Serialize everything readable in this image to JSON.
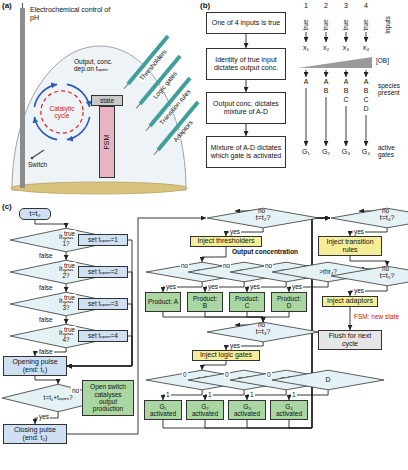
{
  "diagram": {
    "nodes": [
      {
        "text": [
          "Catalytic cycle"
        ]
      },
      {
        "text": [
          "state"
        ]
      },
      {
        "text": [
          "FSM"
        ]
      },
      {
        "text": [
          "One of 4 inputs is true"
        ]
      },
      {
        "text": [
          "Identity of true input dictates output conc."
        ]
      },
      {
        "text": [
          "Output conc. dictates mixture of A-D"
        ]
      },
      {
        "text": [
          "Mixture of A-D dictates which gate is activated"
        ]
      },
      {
        "text": [
          "t=t₀"
        ]
      },
      {
        "text": [
          "Input 1?"
        ]
      },
      {
        "text": [
          "set tₒₚₑₙ=1"
        ]
      },
      {
        "text": [
          "Input 2?"
        ]
      },
      {
        "text": [
          "set tₒₚₑₙ=2"
        ]
      },
      {
        "text": [
          "Input 3?"
        ]
      },
      {
        "text": [
          "set tₒₚₑₙ=3"
        ]
      },
      {
        "text": [
          "Input 4?"
        ]
      },
      {
        "text": [
          "set tₒₚₑₙ=4"
        ]
      },
      {
        "text": [
          "Opening pulse (end: t₁)"
        ]
      },
      {
        "text": [
          "t=t₁+tₒₚₑₙ?"
        ]
      },
      {
        "text": [
          "Open switch catalyses output production"
        ]
      },
      {
        "text": [
          "Closing pulse (end: t₂)"
        ]
      },
      {
        "text": [
          "t=t₂?"
        ]
      },
      {
        "text": [
          "Inject thresholders"
        ]
      },
      {
        "text": [
          ">thr₁?"
        ]
      },
      {
        "text": [
          ">thr₂?"
        ]
      },
      {
        "text": [
          ">thr₃?"
        ]
      },
      {
        "text": [
          ">thr₄?"
        ]
      },
      {
        "text": [
          "Product: A"
        ]
      },
      {
        "text": [
          "Product: B"
        ]
      },
      {
        "text": [
          "Product: C"
        ]
      },
      {
        "text": [
          "Product: D"
        ]
      },
      {
        "text": [
          "t=t₃?"
        ]
      },
      {
        "text": [
          "Inject logic gates"
        ]
      },
      {
        "text": [
          "A.B̄"
        ]
      },
      {
        "text": [
          "B.C̄"
        ]
      },
      {
        "text": [
          "C.D̄"
        ]
      },
      {
        "text": [
          "D"
        ]
      },
      {
        "text": [
          "G₁ activated"
        ]
      },
      {
        "text": [
          "G₂ activated"
        ]
      },
      {
        "text": [
          "G₃ activated"
        ]
      },
      {
        "text": [
          "G₄ activated"
        ]
      },
      {
        "text": [
          "t=t₄?"
        ]
      },
      {
        "text": [
          "Inject transition rules"
        ]
      },
      {
        "text": [
          "t=t₅?"
        ]
      },
      {
        "text": [
          "Inject adaptors"
        ]
      },
      {
        "text": [
          "Flush for next cycle"
        ]
      }
    ],
    "edges": [
      {
        "from": 3,
        "to": 4,
        "arrow": "to"
      },
      {
        "from": 4,
        "to": 5,
        "arrow": "to"
      },
      {
        "from": 5,
        "to": 6,
        "arrow": "to"
      },
      {
        "from": 7,
        "to": 8,
        "arrow": "to"
      },
      {
        "from": 8,
        "to": 9,
        "arrow": "to",
        "label": "true"
      },
      {
        "from": 8,
        "to": 10,
        "arrow": "to",
        "label": "false"
      },
      {
        "from": 10,
        "to": 11,
        "arrow": "to",
        "label": "true"
      },
      {
        "from": 10,
        "to": 12,
        "arrow": "to",
        "label": "false"
      },
      {
        "from": 12,
        "to": 13,
        "arrow": "to",
        "label": "true"
      },
      {
        "from": 12,
        "to": 14,
        "arrow": "to",
        "label": "false"
      },
      {
        "from": 14,
        "to": 15,
        "arrow": "to",
        "label": "true"
      },
      {
        "from": 14,
        "to": 16,
        "arrow": "to",
        "label": "false"
      },
      {
        "from": 9,
        "to": 16,
        "arrow": "to"
      },
      {
        "from": 11,
        "to": 16,
        "arrow": "to"
      },
      {
        "from": 13,
        "to": 16,
        "arrow": "to"
      },
      {
        "from": 15,
        "to": 16,
        "arrow": "to"
      },
      {
        "from": 16,
        "to": 17,
        "arrow": "to"
      },
      {
        "from": 17,
        "to": 18,
        "arrow": "to",
        "label": "no"
      },
      {
        "from": 17,
        "to": 19,
        "arrow": "to",
        "label": "yes"
      },
      {
        "from": 19,
        "to": 20,
        "arrow": "to"
      },
      {
        "from": 20,
        "to": 21,
        "arrow": "to",
        "label": "yes"
      },
      {
        "from": 21,
        "to": 22,
        "arrow": "to"
      },
      {
        "from": 22,
        "to": 23,
        "arrow": "to",
        "label": "no"
      },
      {
        "from": 23,
        "to": 24,
        "arrow": "to",
        "label": "no"
      },
      {
        "from": 24,
        "to": 25,
        "arrow": "to",
        "label": "no"
      },
      {
        "from": 22,
        "to": 26,
        "arrow": "to",
        "label": "yes"
      },
      {
        "from": 23,
        "to": 27,
        "arrow": "to",
        "label": "yes"
      },
      {
        "from": 24,
        "to": 28,
        "arrow": "to",
        "label": "yes"
      },
      {
        "from": 25,
        "to": 29,
        "arrow": "to",
        "label": "yes"
      },
      {
        "from": 26,
        "to": 30,
        "arrow": "to"
      },
      {
        "from": 27,
        "to": 30,
        "arrow": "to"
      },
      {
        "from": 28,
        "to": 30,
        "arrow": "to"
      },
      {
        "from": 29,
        "to": 30,
        "arrow": "to"
      },
      {
        "from": 30,
        "to": 31,
        "arrow": "to",
        "label": "yes"
      },
      {
        "from": 31,
        "to": 32,
        "arrow": "to"
      },
      {
        "from": 32,
        "to": 33,
        "arrow": "to",
        "label": "0"
      },
      {
        "from": 33,
        "to": 34,
        "arrow": "to",
        "label": "0"
      },
      {
        "from": 34,
        "to": 35,
        "arrow": "to",
        "label": "0"
      },
      {
        "from": 32,
        "to": 36,
        "arrow": "to",
        "label": "1"
      },
      {
        "from": 33,
        "to": 37,
        "arrow": "to",
        "label": "1"
      },
      {
        "from": 34,
        "to": 38,
        "arrow": "to",
        "label": "1"
      },
      {
        "from": 35,
        "to": 39,
        "arrow": "to",
        "label": "1"
      },
      {
        "from": 36,
        "to": 40,
        "arrow": "to"
      },
      {
        "from": 37,
        "to": 40,
        "arrow": "to"
      },
      {
        "from": 38,
        "to": 40,
        "arrow": "to"
      },
      {
        "from": 39,
        "to": 40,
        "arrow": "to"
      },
      {
        "from": 40,
        "to": 41,
        "arrow": "to",
        "label": "yes"
      },
      {
        "from": 41,
        "to": 42,
        "arrow": "to"
      },
      {
        "from": 42,
        "to": 43,
        "arrow": "to",
        "label": "yes"
      },
      {
        "from": 43,
        "to": 44,
        "arrow": "to"
      }
    ],
    "labels": [
      "(a)",
      "Electrochemical control of pH",
      "Output, conc. dep.on tₒₚₑₙ",
      "Switch",
      "Thresholders",
      "Logic gates",
      "Transition rules",
      "Adaptors",
      "(b)",
      "1",
      "2",
      "3",
      "4",
      "true",
      "true",
      "true",
      "true",
      "Inputs",
      "x₁",
      "x₂",
      "x₃",
      "x₄",
      "[OB]",
      "A",
      "A",
      "A",
      "A",
      "B",
      "B",
      "B",
      "C",
      "C",
      "D",
      "species present",
      "G₁",
      "G₂",
      "G₃",
      "G₄",
      "active gates",
      "(c)",
      "Output concentration",
      "no",
      "no",
      "no",
      "no",
      "FSM: new state"
    ]
  }
}
